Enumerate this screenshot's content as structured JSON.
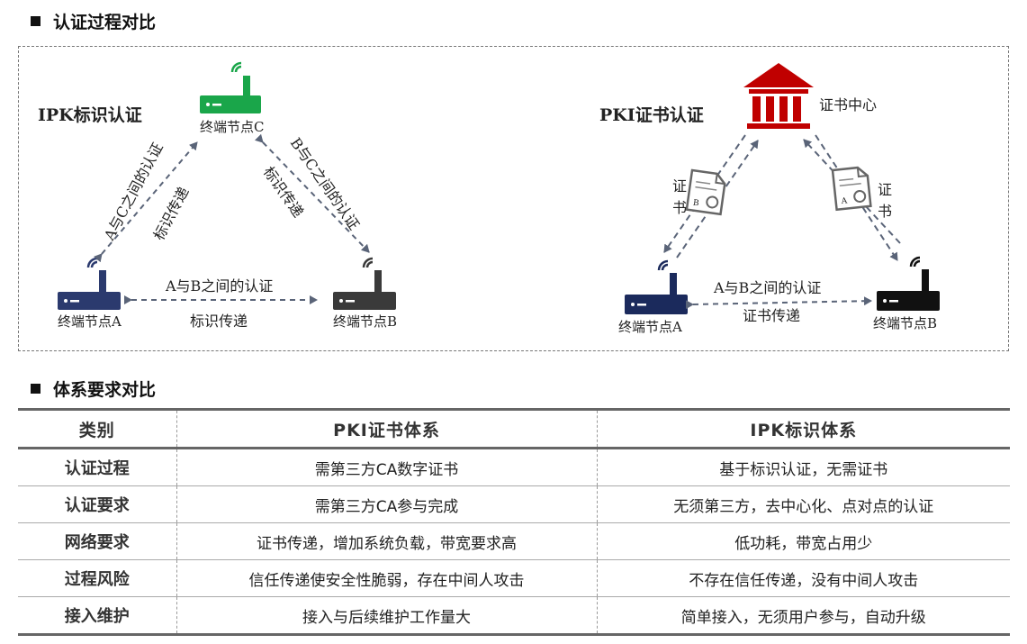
{
  "sections": {
    "auth_process": "认证过程对比",
    "system_requirements": "体系要求对比"
  },
  "ipk": {
    "title": "IPK标识认证",
    "node_c": "终端节点C",
    "node_a": "终端节点A",
    "node_b": "终端节点B",
    "ac_auth": "A与C之间的认证",
    "ac_transfer": "标识传递",
    "bc_auth": "B与C之间的认证",
    "bc_transfer": "标识传递",
    "ab_auth": "A与B之间的认证",
    "ab_transfer": "标识传递"
  },
  "pki": {
    "title": "PKI证书认证",
    "center": "证书中心",
    "node_a": "终端节点A",
    "node_b": "终端节点B",
    "cert_left_1": "证",
    "cert_left_2": "书",
    "cert_right_1": "证",
    "cert_right_2": "书",
    "cert_doc_left": "B",
    "cert_doc_right": "A",
    "ab_auth": "A与B之间的认证",
    "ab_transfer": "证书传递"
  },
  "colors": {
    "green": "#1aa64a",
    "navy": "#2b3a6e",
    "dark": "#3a3a3a",
    "black": "#111111",
    "red": "#c00000",
    "deep_navy": "#1b2a5c"
  },
  "table": {
    "headers": [
      "类别",
      "PKI证书体系",
      "IPK标识体系"
    ],
    "rows": [
      [
        "认证过程",
        "需第三方CA数字证书",
        "基于标识认证，无需证书"
      ],
      [
        "认证要求",
        "需第三方CA参与完成",
        "无须第三方，去中心化、点对点的认证"
      ],
      [
        "网络要求",
        "证书传递，增加系统负载，带宽要求高",
        "低功耗，带宽占用少"
      ],
      [
        "过程风险",
        "信任传递使安全性脆弱，存在中间人攻击",
        "不存在信任传递，没有中间人攻击"
      ],
      [
        "接入维护",
        "接入与后续维护工作量大",
        "简单接入，无须用户参与，自动升级"
      ]
    ]
  }
}
